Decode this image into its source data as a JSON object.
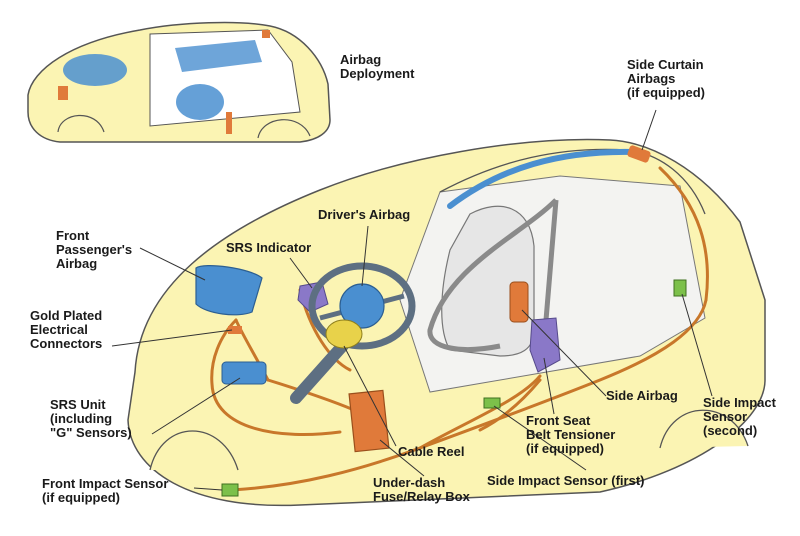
{
  "labels": {
    "airbag_deployment": "Airbag\nDeployment",
    "side_curtain_airbags": "Side Curtain\nAirbags\n(if equipped)",
    "drivers_airbag": "Driver's Airbag",
    "front_passengers_airbag": "Front\nPassenger's\nAirbag",
    "srs_indicator": "SRS Indicator",
    "gold_plated_connectors": "Gold Plated\nElectrical\nConnectors",
    "srs_unit": "SRS Unit\n(including\n\"G\" Sensors)",
    "front_impact_sensor": "Front Impact Sensor\n(if equipped)",
    "under_dash_box": "Under-dash\nFuse/Relay Box",
    "cable_reel": "Cable Reel",
    "side_impact_sensor_first": "Side Impact Sensor (first)",
    "front_seat_belt_tensioner": "Front Seat\nBelt Tensioner\n(if equipped)",
    "side_airbag": "Side Airbag",
    "side_impact_sensor_second": "Side Impact\nSensor\n(second)"
  },
  "colors": {
    "body_yellow": "#fbf4b3",
    "outline": "#555555",
    "airbag_blue": "#4a8fd0",
    "wire_orange": "#c8772a",
    "sensor_green": "#7cc04a",
    "indicator_purple": "#8a78c8",
    "fuse_orange": "#e07a3a"
  }
}
